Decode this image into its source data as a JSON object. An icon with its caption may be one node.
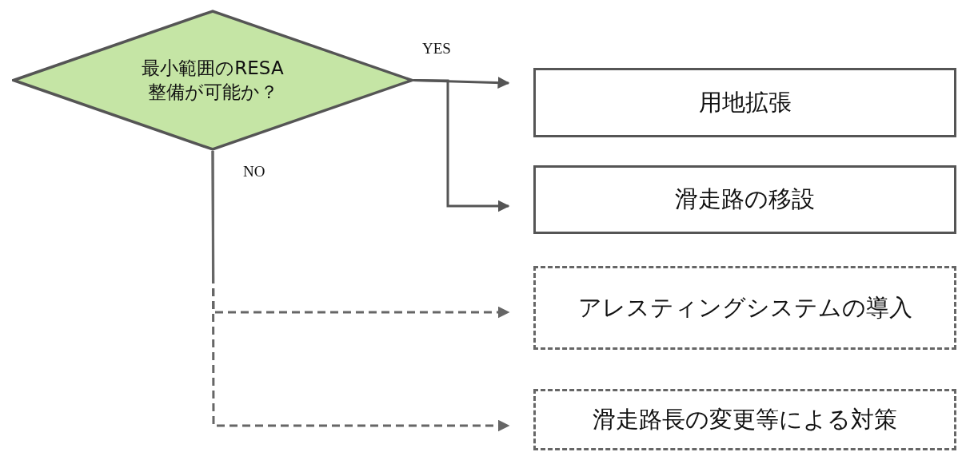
{
  "diagram": {
    "nodes": [
      {
        "text": [
          "最小範囲のRESA整備が可能か？"
        ]
      },
      {
        "text": [
          "用地拡張"
        ]
      },
      {
        "text": [
          "滑走路の移設"
        ]
      },
      {
        "text": [
          "アレスティングシステムの導入"
        ]
      },
      {
        "text": [
          "滑走路長の変更等による対策"
        ]
      }
    ],
    "edges": [
      {
        "from": 0,
        "to": 1,
        "arrow": "to",
        "label": "YES"
      },
      {
        "from": 0,
        "to": 2,
        "arrow": "to"
      },
      {
        "from": 0,
        "to": 3,
        "arrow": "to",
        "style": "dashed",
        "label": "NO"
      },
      {
        "from": 0,
        "to": 4,
        "arrow": "to",
        "style": "dashed"
      }
    ]
  }
}
